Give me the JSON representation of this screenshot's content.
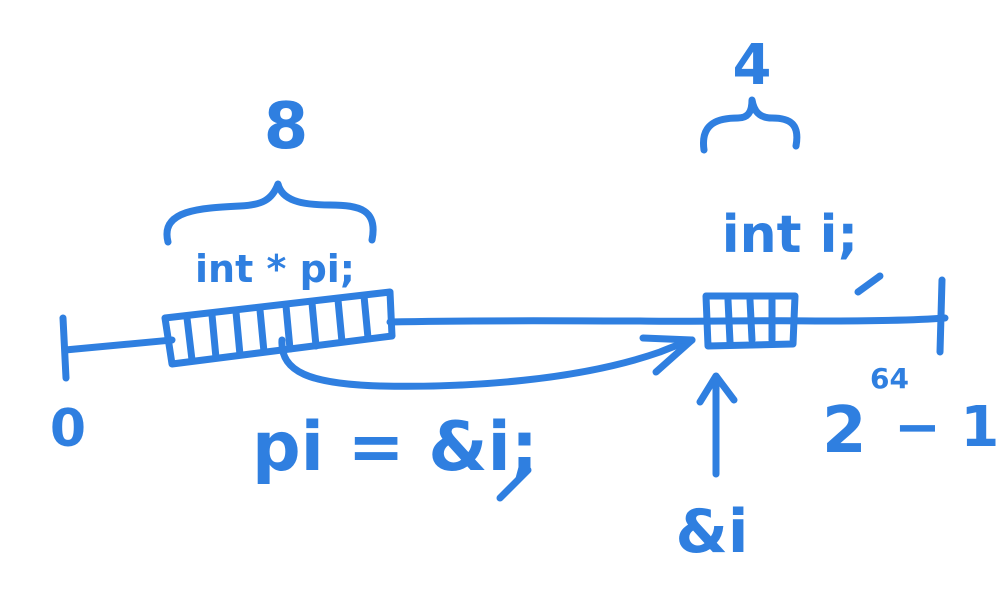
{
  "ink_color": "#2f7fe0",
  "pointer_label": "int * pi;",
  "pointer_size": "8",
  "int_label": "int i;",
  "int_size": "4",
  "address_start": "0",
  "address_end_base": "2",
  "address_end_exp": "64",
  "address_end_minus": "− 1",
  "assignment": "pi = &i;",
  "address_of_i": "&i"
}
